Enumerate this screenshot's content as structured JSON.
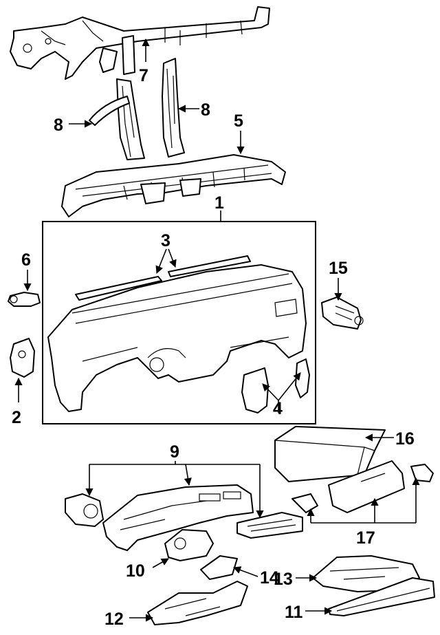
{
  "diagram": {
    "type": "exploded-parts-diagram",
    "colors": {
      "line": "#000000",
      "background": "#ffffff"
    },
    "callouts": {
      "c1": "1",
      "c2": "2",
      "c3": "3",
      "c4": "4",
      "c5": "5",
      "c6": "6",
      "c7": "7",
      "c8a": "8",
      "c8b": "8",
      "c9": "9",
      "c10": "10",
      "c11": "11",
      "c12": "12",
      "c13": "13",
      "c14": "14",
      "c15": "15",
      "c16": "16",
      "c17": "17"
    }
  }
}
